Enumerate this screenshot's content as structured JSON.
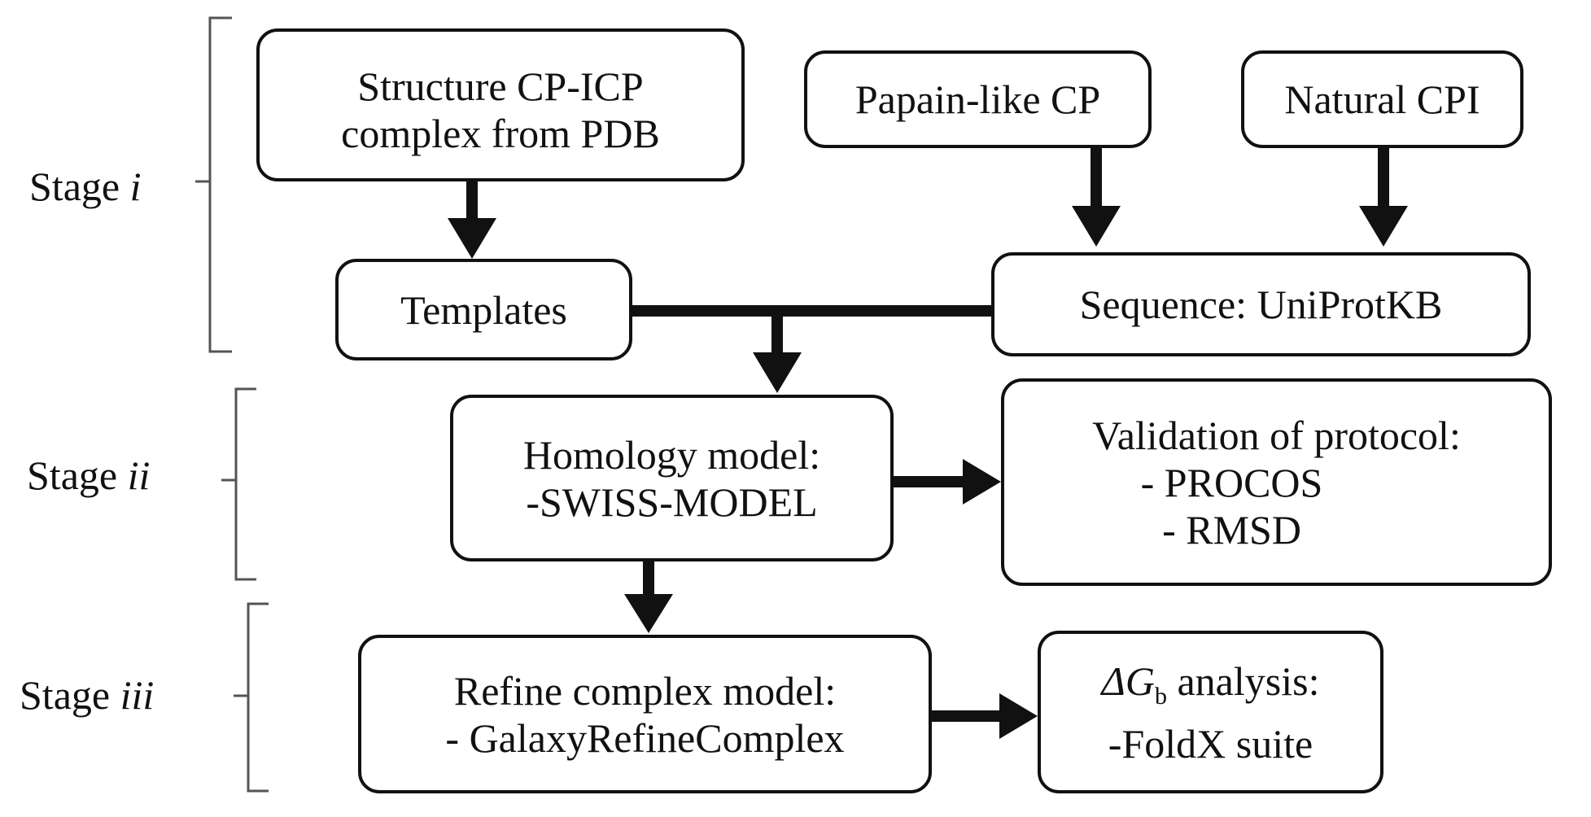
{
  "stages": [
    {
      "word": "Stage",
      "numeral": "i"
    },
    {
      "word": "Stage",
      "numeral": "ii"
    },
    {
      "word": "Stage",
      "numeral": "iii"
    }
  ],
  "nodes": {
    "structure": {
      "lines": [
        "Structure CP-ICP",
        "complex from PDB"
      ]
    },
    "papain": {
      "lines": [
        "Papain-like CP"
      ]
    },
    "natural": {
      "lines": [
        "Natural CPI"
      ]
    },
    "templates": {
      "lines": [
        "Templates"
      ]
    },
    "sequence": {
      "lines": [
        "Sequence: UniProtKB"
      ]
    },
    "homology": {
      "lines": [
        "Homology model:",
        "-SWISS-MODEL"
      ]
    },
    "validation": {
      "lines": [
        "Validation of protocol:",
        "- PROCOS",
        "- RMSD"
      ]
    },
    "refine": {
      "lines": [
        "Refine complex model:",
        "- GalaxyRefineComplex"
      ]
    },
    "dg": {
      "symbol": "ΔG",
      "subscript": "b",
      "rest": " analysis:",
      "lines": [
        "",
        "-FoldX suite"
      ]
    }
  }
}
